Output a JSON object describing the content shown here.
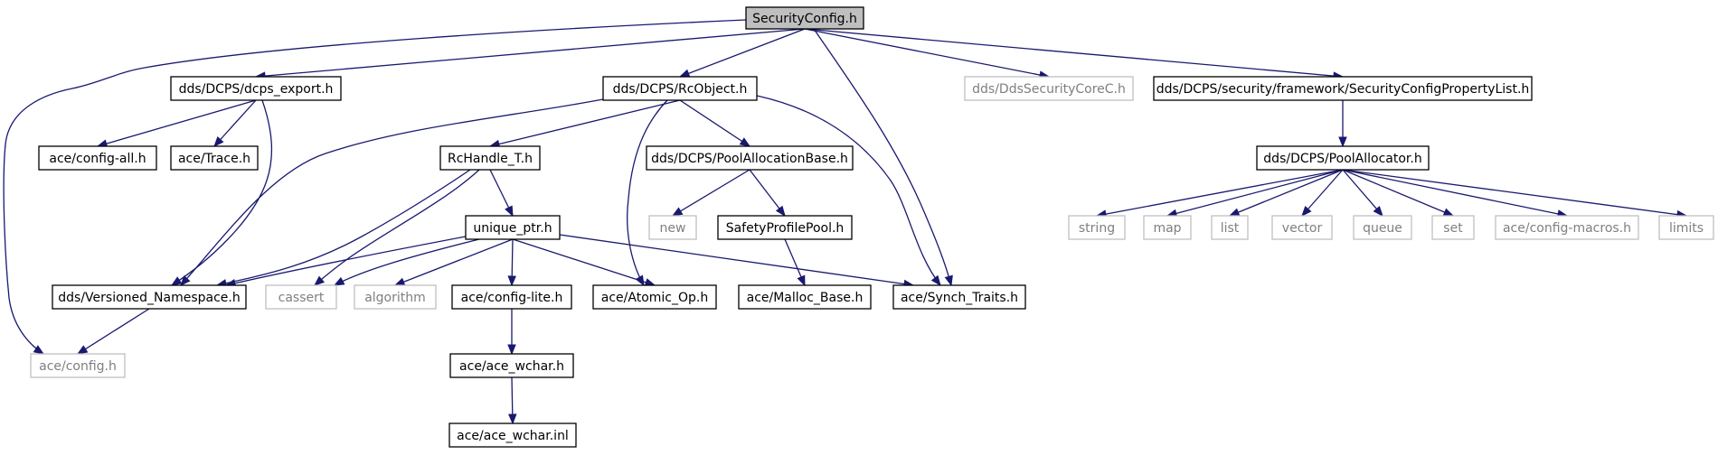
{
  "diagram": {
    "nodes": [
      {
        "id": "security_config",
        "label": "SecurityConfig.h",
        "kind": "root"
      },
      {
        "id": "dcps_export",
        "label": "dds/DCPS/dcps_export.h",
        "kind": "local"
      },
      {
        "id": "rcobject",
        "label": "dds/DCPS/RcObject.h",
        "kind": "local"
      },
      {
        "id": "dds_security_core_c",
        "label": "dds/DdsSecurityCoreC.h",
        "kind": "external"
      },
      {
        "id": "security_config_property_list",
        "label": "dds/DCPS/security/framework/SecurityConfigPropertyList.h",
        "kind": "local"
      },
      {
        "id": "config_all",
        "label": "ace/config-all.h",
        "kind": "local"
      },
      {
        "id": "trace",
        "label": "ace/Trace.h",
        "kind": "local"
      },
      {
        "id": "rchandle_t",
        "label": "RcHandle_T.h",
        "kind": "local"
      },
      {
        "id": "pool_allocation_base",
        "label": "dds/DCPS/PoolAllocationBase.h",
        "kind": "local"
      },
      {
        "id": "pool_allocator",
        "label": "dds/DCPS/PoolAllocator.h",
        "kind": "local"
      },
      {
        "id": "new",
        "label": "new",
        "kind": "external"
      },
      {
        "id": "safety_profile_pool",
        "label": "SafetyProfilePool.h",
        "kind": "local"
      },
      {
        "id": "unique_ptr",
        "label": "unique_ptr.h",
        "kind": "local"
      },
      {
        "id": "string",
        "label": "string",
        "kind": "external"
      },
      {
        "id": "map",
        "label": "map",
        "kind": "external"
      },
      {
        "id": "list",
        "label": "list",
        "kind": "external"
      },
      {
        "id": "vector",
        "label": "vector",
        "kind": "external"
      },
      {
        "id": "queue",
        "label": "queue",
        "kind": "external"
      },
      {
        "id": "set",
        "label": "set",
        "kind": "external"
      },
      {
        "id": "config_macros",
        "label": "ace/config-macros.h",
        "kind": "external"
      },
      {
        "id": "limits",
        "label": "limits",
        "kind": "external"
      },
      {
        "id": "versioned_namespace",
        "label": "dds/Versioned_Namespace.h",
        "kind": "local"
      },
      {
        "id": "cassert",
        "label": "cassert",
        "kind": "external"
      },
      {
        "id": "algorithm",
        "label": "algorithm",
        "kind": "external"
      },
      {
        "id": "config_lite",
        "label": "ace/config-lite.h",
        "kind": "local"
      },
      {
        "id": "atomic_op",
        "label": "ace/Atomic_Op.h",
        "kind": "local"
      },
      {
        "id": "malloc_base",
        "label": "ace/Malloc_Base.h",
        "kind": "local"
      },
      {
        "id": "synch_traits",
        "label": "ace/Synch_Traits.h",
        "kind": "local"
      },
      {
        "id": "config_h",
        "label": "ace/config.h",
        "kind": "external"
      },
      {
        "id": "ace_wchar_h",
        "label": "ace/ace_wchar.h",
        "kind": "local"
      },
      {
        "id": "ace_wchar_inl",
        "label": "ace/ace_wchar.inl",
        "kind": "local"
      }
    ],
    "edges": [
      {
        "from": "security_config",
        "to": "config_h"
      },
      {
        "from": "security_config",
        "to": "dcps_export"
      },
      {
        "from": "security_config",
        "to": "rcobject"
      },
      {
        "from": "security_config",
        "to": "synch_traits"
      },
      {
        "from": "security_config",
        "to": "dds_security_core_c"
      },
      {
        "from": "security_config",
        "to": "security_config_property_list"
      },
      {
        "from": "dcps_export",
        "to": "config_all"
      },
      {
        "from": "dcps_export",
        "to": "trace"
      },
      {
        "from": "dcps_export",
        "to": "versioned_namespace"
      },
      {
        "from": "rcobject",
        "to": "versioned_namespace"
      },
      {
        "from": "rcobject",
        "to": "rchandle_t"
      },
      {
        "from": "rcobject",
        "to": "atomic_op"
      },
      {
        "from": "rcobject",
        "to": "pool_allocation_base"
      },
      {
        "from": "rcobject",
        "to": "synch_traits"
      },
      {
        "from": "rchandle_t",
        "to": "versioned_namespace"
      },
      {
        "from": "rchandle_t",
        "to": "cassert"
      },
      {
        "from": "rchandle_t",
        "to": "unique_ptr"
      },
      {
        "from": "unique_ptr",
        "to": "versioned_namespace"
      },
      {
        "from": "unique_ptr",
        "to": "cassert"
      },
      {
        "from": "unique_ptr",
        "to": "algorithm"
      },
      {
        "from": "unique_ptr",
        "to": "config_lite"
      },
      {
        "from": "unique_ptr",
        "to": "atomic_op"
      },
      {
        "from": "unique_ptr",
        "to": "synch_traits"
      },
      {
        "from": "pool_allocation_base",
        "to": "new"
      },
      {
        "from": "pool_allocation_base",
        "to": "safety_profile_pool"
      },
      {
        "from": "safety_profile_pool",
        "to": "malloc_base"
      },
      {
        "from": "security_config_property_list",
        "to": "pool_allocator"
      },
      {
        "from": "pool_allocator",
        "to": "string"
      },
      {
        "from": "pool_allocator",
        "to": "map"
      },
      {
        "from": "pool_allocator",
        "to": "list"
      },
      {
        "from": "pool_allocator",
        "to": "vector"
      },
      {
        "from": "pool_allocator",
        "to": "queue"
      },
      {
        "from": "pool_allocator",
        "to": "set"
      },
      {
        "from": "pool_allocator",
        "to": "config_macros"
      },
      {
        "from": "pool_allocator",
        "to": "limits"
      },
      {
        "from": "versioned_namespace",
        "to": "config_h"
      },
      {
        "from": "config_lite",
        "to": "ace_wchar_h"
      },
      {
        "from": "ace_wchar_h",
        "to": "ace_wchar_inl"
      }
    ]
  },
  "colors": {
    "edge": "#191970",
    "root_fill": "#bfbfbf",
    "local_border": "#000000",
    "external_border": "#bfbfbf",
    "external_text": "#7f7f7f"
  }
}
